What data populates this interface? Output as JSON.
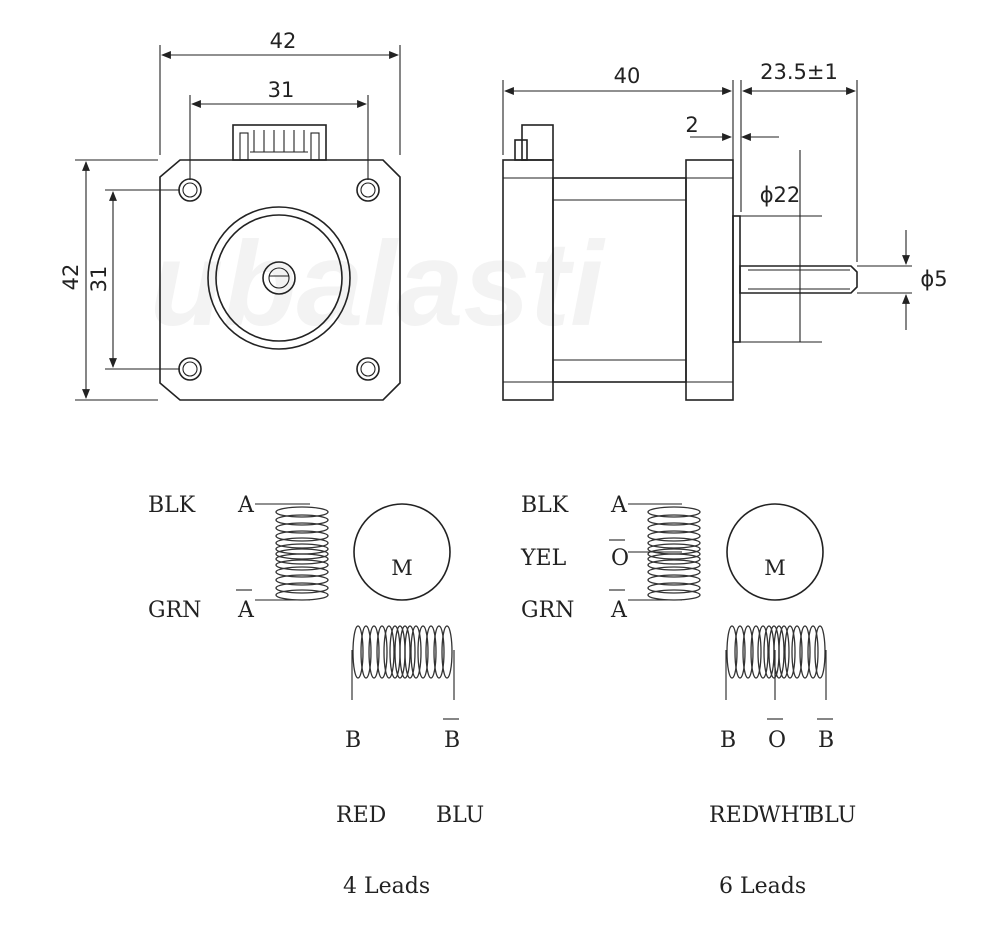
{
  "watermark": "ubalasti",
  "front_view": {
    "dim_width_outer": "42",
    "dim_width_hole": "31",
    "dim_height_outer": "42",
    "dim_height_hole": "31"
  },
  "side_view": {
    "dim_body_length": "40",
    "dim_shaft_length": "23.5±1",
    "dim_flange": "2",
    "dim_boss_dia": "ϕ22",
    "dim_shaft_dia": "ϕ5"
  },
  "wiring_4": {
    "label_blk": "BLK",
    "label_grn": "GRN",
    "pin_a": "A",
    "pin_a_bar": "A",
    "motor_letter": "M",
    "pin_b": "B",
    "pin_b_bar": "B",
    "label_red": "RED",
    "label_blu": "BLU",
    "caption": "4 Leads"
  },
  "wiring_6": {
    "label_blk": "BLK",
    "label_yel": "YEL",
    "label_grn": "GRN",
    "pin_a": "A",
    "pin_o_bar": "O",
    "pin_a_bar": "A",
    "motor_letter": "M",
    "pin_b": "B",
    "pin_o_bar2": "O",
    "pin_b_bar": "B",
    "label_red": "RED",
    "label_wht": "WHT",
    "label_blu": "BLU",
    "caption": "6 Leads"
  }
}
